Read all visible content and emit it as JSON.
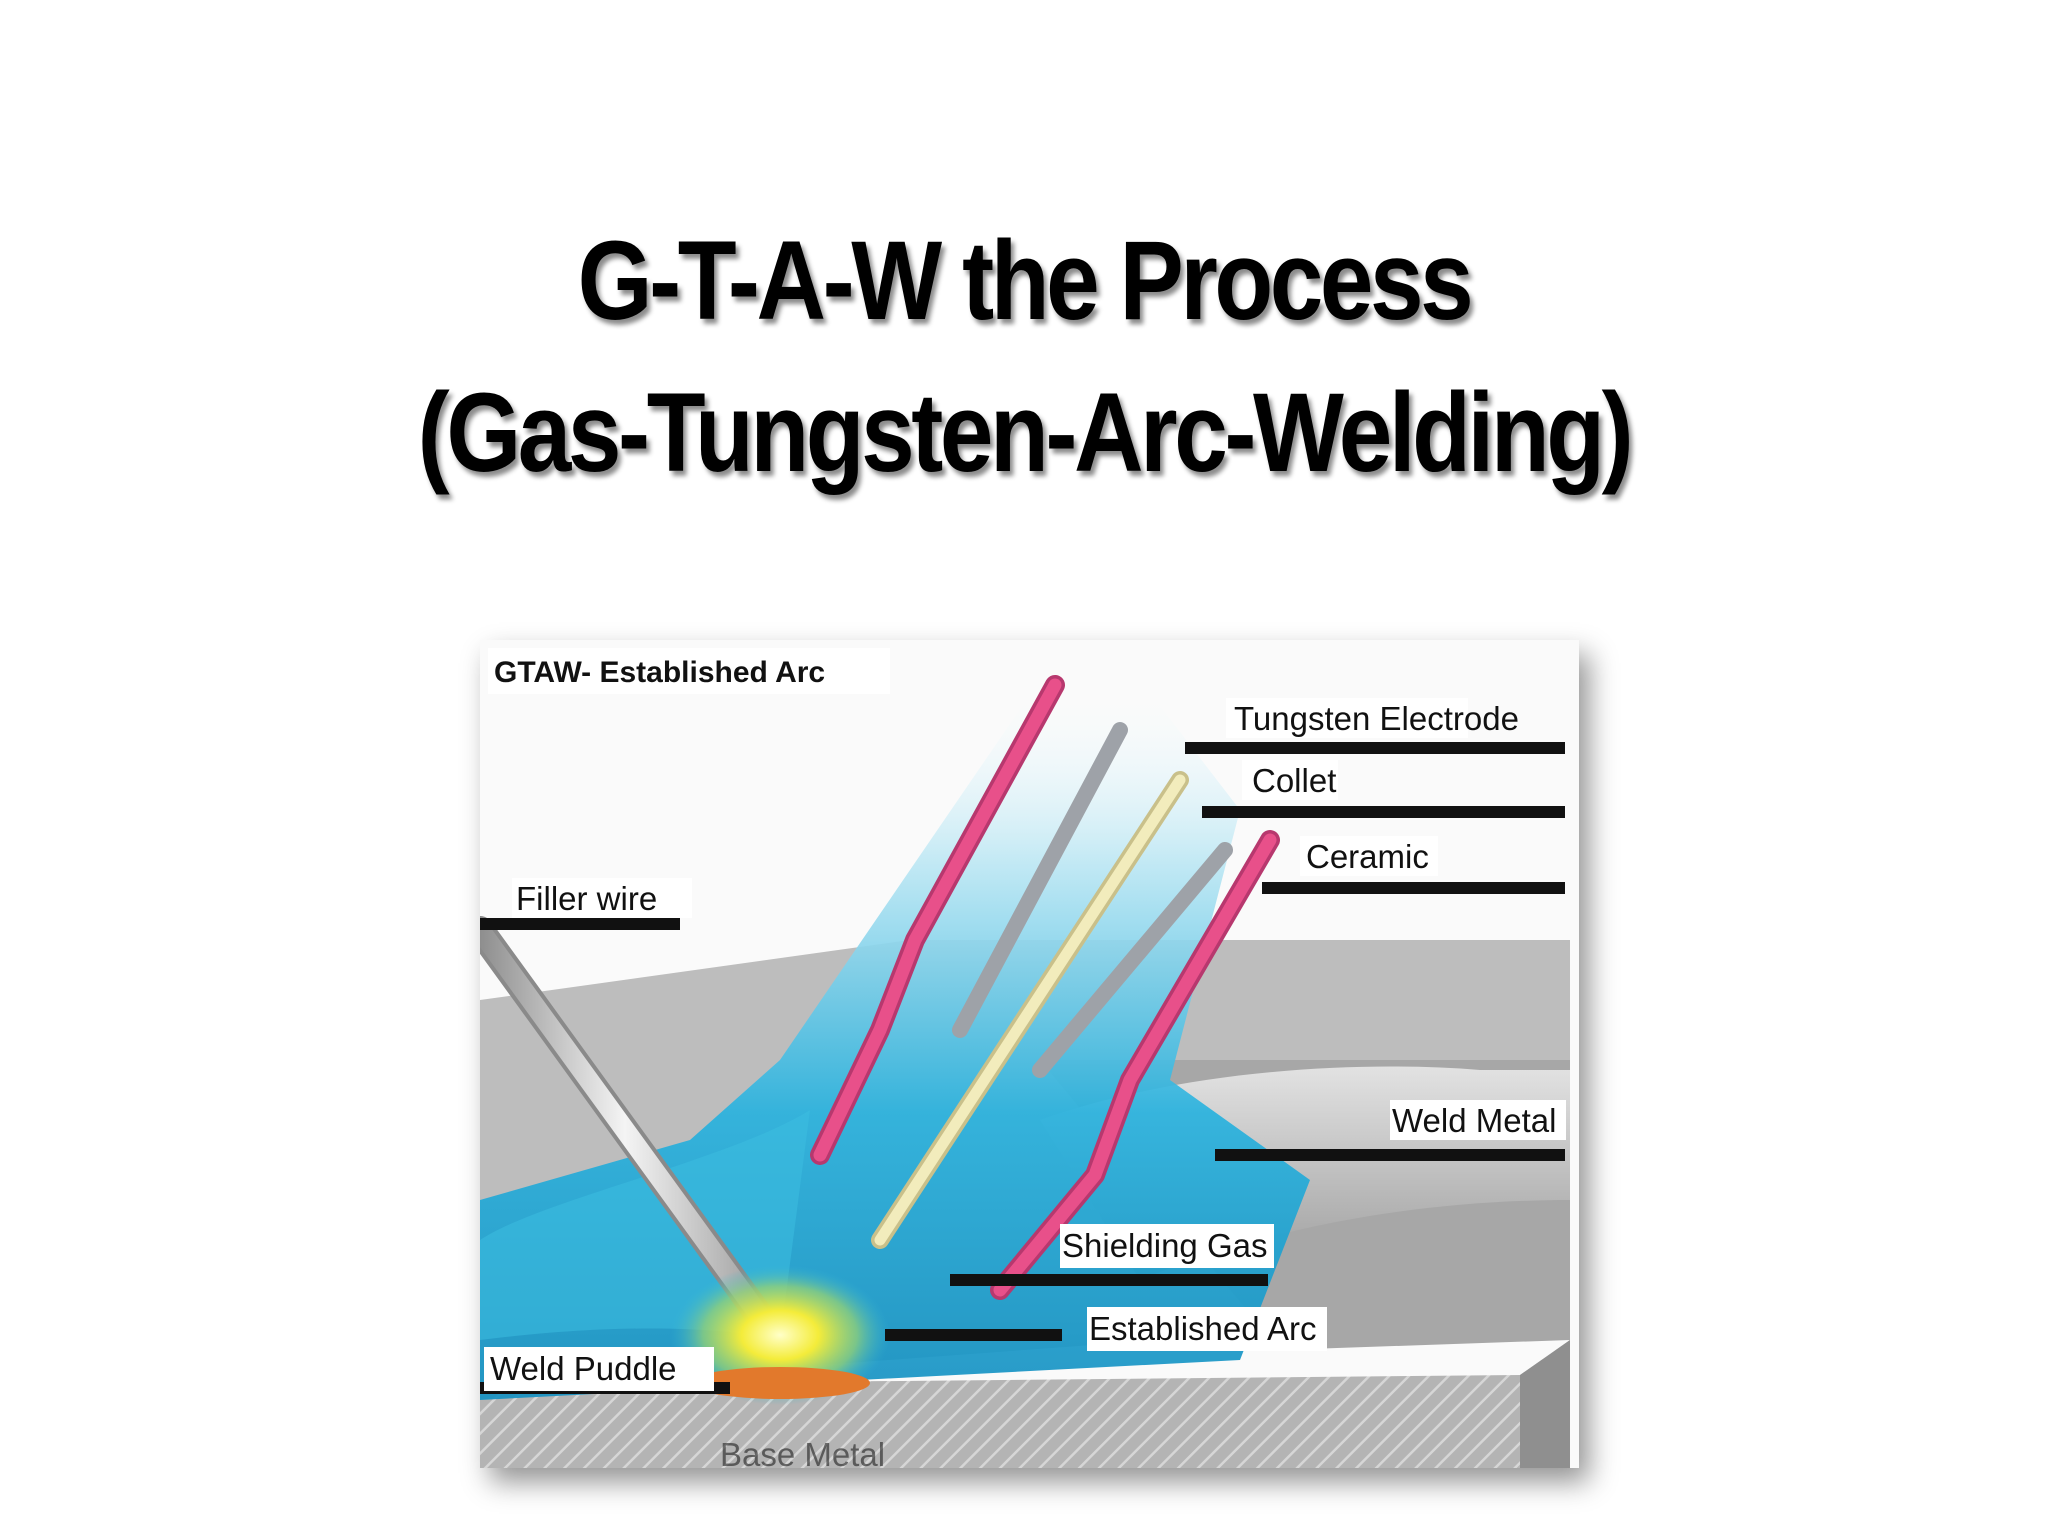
{
  "slide": {
    "title_line1": "G-T-A-W the Process",
    "title_line2": "(Gas-Tungsten-Arc-Welding)"
  },
  "diagram": {
    "heading": "GTAW- Established Arc",
    "labels": {
      "tungsten_electrode": "Tungsten Electrode",
      "collet": "Collet",
      "ceramic": "Ceramic",
      "filler_wire": "Filler wire",
      "weld_metal": "Weld Metal",
      "shielding_gas": "Shielding Gas",
      "established_arc": "Established Arc",
      "weld_puddle": "Weld Puddle",
      "base_metal": "Base Metal"
    },
    "colors": {
      "ceramic_nozzle": "#e8508a",
      "collet": "#a8aab0",
      "electrode": "#ece4a8",
      "shielding_gas": "#1ea6d6",
      "weld_puddle": "#f2e03a",
      "base_metal": "#a9a9a9"
    }
  }
}
